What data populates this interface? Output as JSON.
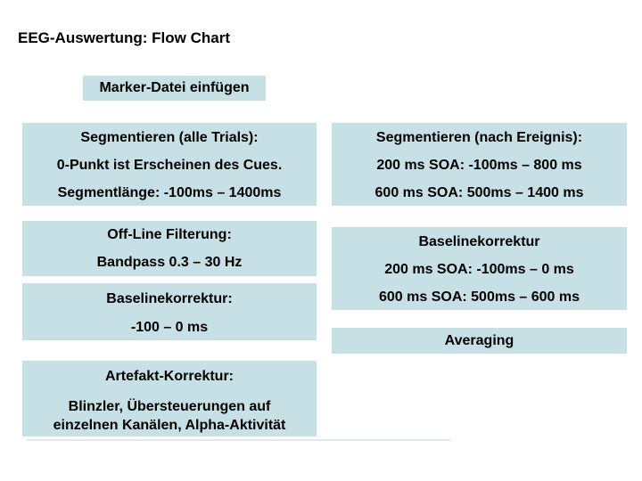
{
  "slide": {
    "title": "EEG-Auswertung: Flow Chart",
    "colors": {
      "box_fill": "#c7e0e5",
      "text": "#000000",
      "background": "#ffffff",
      "divider_line": "#e2e9eb"
    },
    "flowchart": {
      "marker_box": {
        "label": "Marker-Datei einfügen"
      },
      "left_column": [
        {
          "id": "segmentieren-alle-trials",
          "lines": [
            "Segmentieren (alle Trials):",
            "0-Punkt ist Erscheinen des Cues.",
            "Segmentlänge: -100ms – 1400ms"
          ]
        },
        {
          "id": "offline-filterung",
          "lines": [
            "Off-Line Filterung:",
            "Bandpass 0.3 – 30 Hz"
          ]
        },
        {
          "id": "baselinekorrektur-links",
          "lines": [
            "Baselinekorrektur:",
            "-100 – 0 ms"
          ]
        },
        {
          "id": "artefakt-korrektur",
          "lines": [
            "Artefakt-Korrektur:",
            "Blinzler, Übersteuerungen auf",
            "einzelnen Kanälen, Alpha-Aktivität"
          ]
        }
      ],
      "right_column": [
        {
          "id": "segmentieren-nach-ereignis",
          "lines": [
            "Segmentieren (nach Ereignis):",
            "200 ms SOA: -100ms – 800 ms",
            "600 ms SOA: 500ms – 1400 ms"
          ]
        },
        {
          "id": "baselinekorrektur-rechts",
          "lines": [
            "Baselinekorrektur",
            "200 ms SOA: -100ms – 0 ms",
            "600 ms SOA: 500ms – 600 ms"
          ]
        },
        {
          "id": "averaging",
          "lines": [
            "Averaging"
          ]
        }
      ]
    }
  }
}
